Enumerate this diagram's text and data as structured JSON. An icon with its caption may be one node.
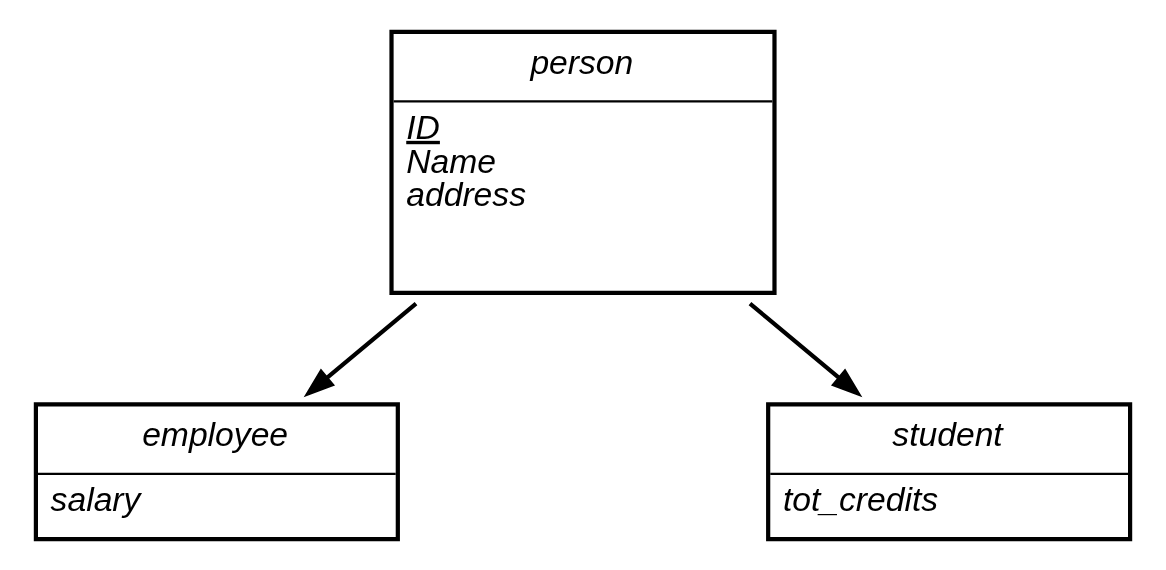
{
  "diagram": {
    "nodes": [
      {
        "text": [
          "person",
          "ID",
          "Name",
          "address"
        ]
      },
      {
        "text": [
          "employee",
          "salary"
        ]
      },
      {
        "text": [
          "student",
          "tot_credits"
        ]
      }
    ],
    "edges": [
      {
        "from": 0,
        "to": 1,
        "arrow": "to"
      },
      {
        "from": 0,
        "to": 2,
        "arrow": "to"
      }
    ]
  }
}
